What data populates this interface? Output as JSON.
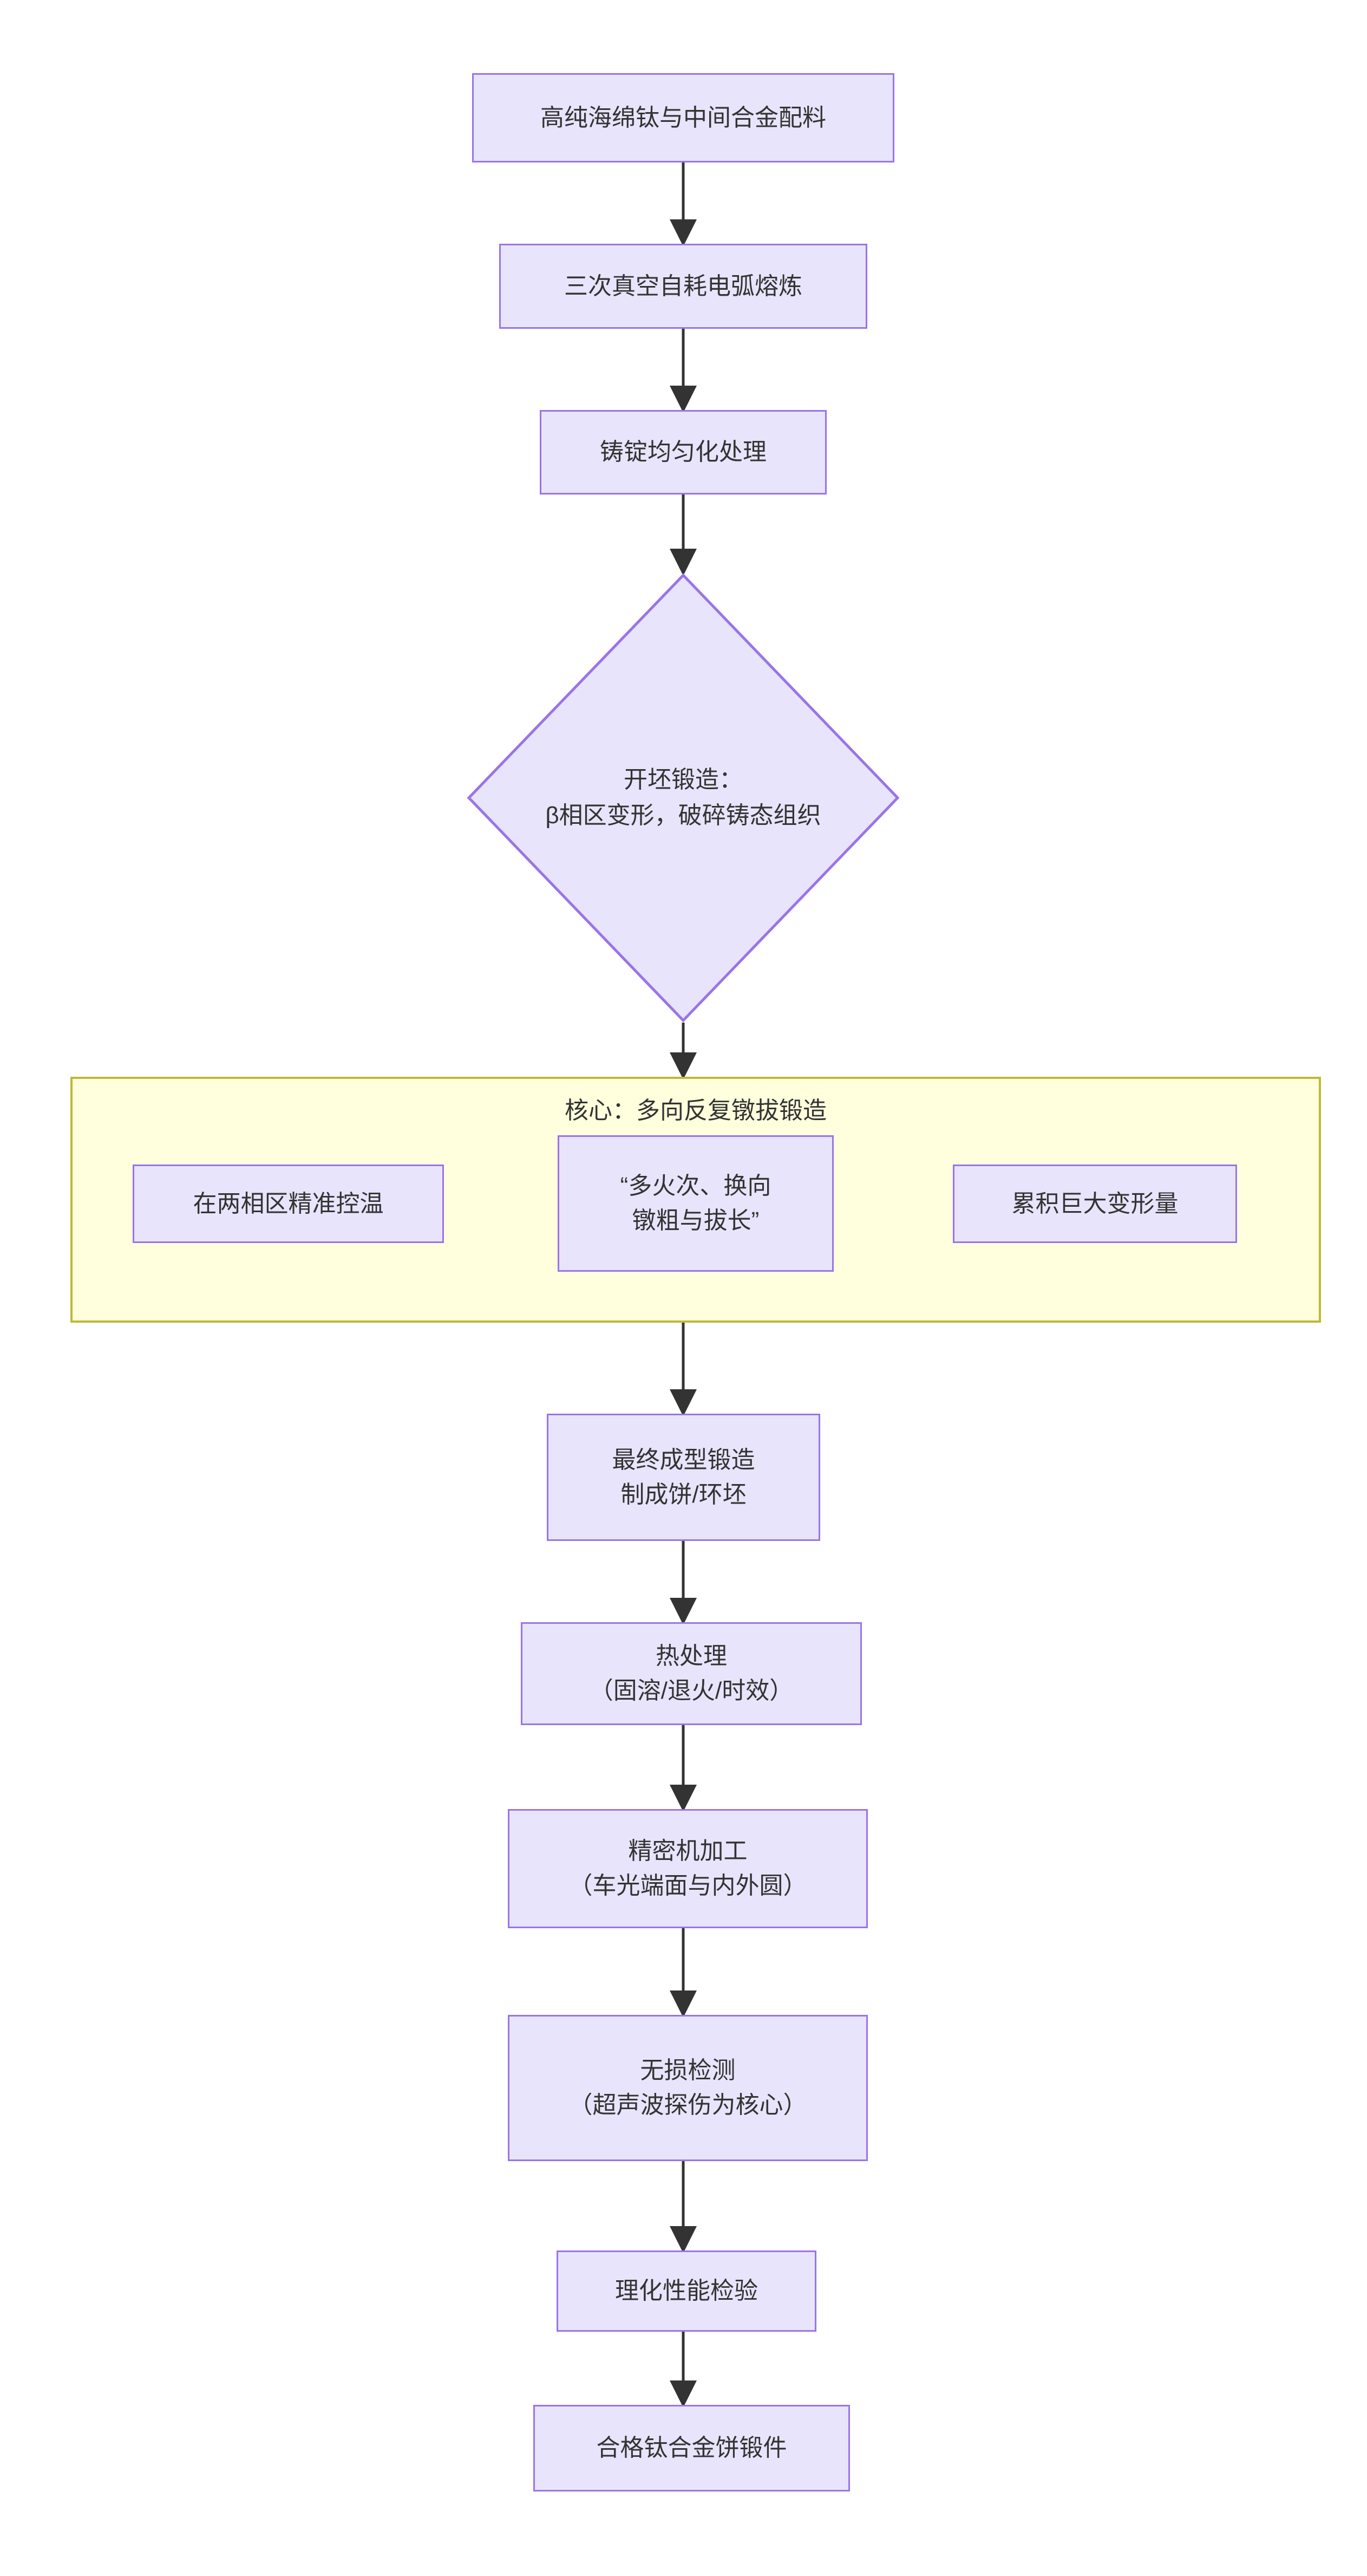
{
  "diagram": {
    "type": "flowchart",
    "orientation": "top-to-bottom",
    "title_visible": false,
    "colors": {
      "node_fill": "#e8e4fb",
      "node_border": "#9a74e8",
      "node_text": "#333333",
      "subgraph_fill": "#ffffdd",
      "subgraph_border": "#bfb935",
      "edge": "#333333",
      "background": "#ffffff"
    }
  },
  "nodes": {
    "n1": {
      "label": "高纯海绵钛与中间合金配料",
      "shape": "rect"
    },
    "n2": {
      "label": "三次真空自耗电弧熔炼",
      "shape": "rect"
    },
    "n3": {
      "label": "铸锭均匀化处理",
      "shape": "rect"
    },
    "n4": {
      "label": "开坯锻造：\nβ相区变形，破碎铸态组织",
      "shape": "diamond"
    },
    "n5": {
      "label": "在两相区精准控温",
      "shape": "rect"
    },
    "n6": {
      "label": "“多火次、换向\n镦粗与拔长”",
      "shape": "rect"
    },
    "n7": {
      "label": "累积巨大变形量",
      "shape": "rect"
    },
    "n8": {
      "label": "最终成型锻造\n制成饼/环坯",
      "shape": "rect"
    },
    "n9": {
      "label": "热处理\n（固溶/退火/时效）",
      "shape": "rect"
    },
    "n10": {
      "label": "精密机加工\n（车光端面与内外圆）",
      "shape": "rect"
    },
    "n11": {
      "label": "无损检测\n（超声波探伤为核心）",
      "shape": "rect"
    },
    "n12": {
      "label": "理化性能检验",
      "shape": "rect"
    },
    "n13": {
      "label": "合格钛合金饼锻件",
      "shape": "rect"
    }
  },
  "subgraph": {
    "title": "核心：多向反复镦拔锻造"
  },
  "edges": [
    {
      "from": "n1",
      "to": "n2",
      "direction": "down"
    },
    {
      "from": "n2",
      "to": "n3",
      "direction": "down"
    },
    {
      "from": "n3",
      "to": "n4",
      "direction": "down"
    },
    {
      "from": "n4",
      "to": "subgraph",
      "direction": "down"
    },
    {
      "from": "n5",
      "to": "n6",
      "direction": "right"
    },
    {
      "from": "n6",
      "to": "n7",
      "direction": "right"
    },
    {
      "from": "subgraph",
      "to": "n8",
      "direction": "down"
    },
    {
      "from": "n8",
      "to": "n9",
      "direction": "down"
    },
    {
      "from": "n9",
      "to": "n10",
      "direction": "down"
    },
    {
      "from": "n10",
      "to": "n11",
      "direction": "down"
    },
    {
      "from": "n11",
      "to": "n12",
      "direction": "down"
    },
    {
      "from": "n12",
      "to": "n13",
      "direction": "down"
    }
  ]
}
